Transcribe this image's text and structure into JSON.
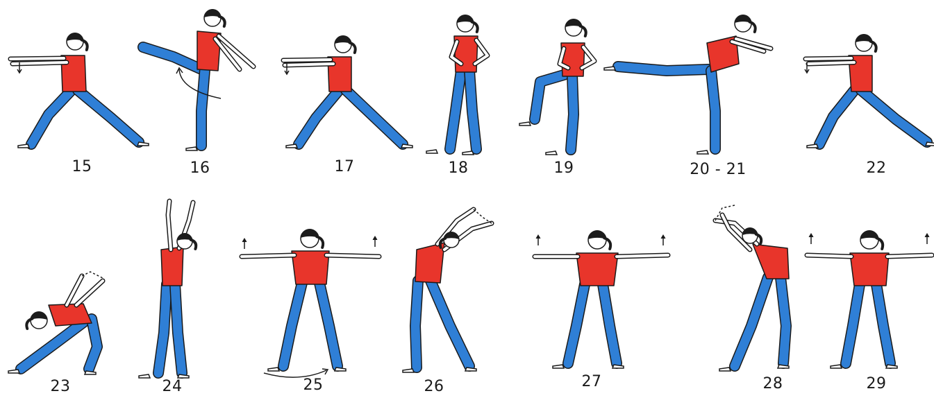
{
  "figures": [
    {
      "label": "15",
      "pose": "lunge-arms-forward-down-arrow"
    },
    {
      "label": "16",
      "pose": "high-kick-leg-swing"
    },
    {
      "label": "17",
      "pose": "lunge-arms-forward-down-arrow"
    },
    {
      "label": "18",
      "pose": "stand-hands-on-hips"
    },
    {
      "label": "19",
      "pose": "knee-raise-hands-on-hips"
    },
    {
      "label": "20 - 21",
      "pose": "leg-extension-backbend"
    },
    {
      "label": "22",
      "pose": "lunge-arms-forward-down-arrow"
    },
    {
      "label": "23",
      "pose": "deep-bend-twist"
    },
    {
      "label": "24",
      "pose": "stretch-arms-up"
    },
    {
      "label": "25",
      "pose": "wide-stance-arms-out-up-arrows"
    },
    {
      "label": "26",
      "pose": "side-bend-arms-overhead"
    },
    {
      "label": "27",
      "pose": "wide-stance-arms-out-up-arrows"
    },
    {
      "label": "28",
      "pose": "side-bend-arms-overhead"
    },
    {
      "label": "29",
      "pose": "wide-stance-arms-out-up-arrows"
    }
  ],
  "colors": {
    "shirt": "#e8352b",
    "pants": "#2f7fd6",
    "hair": "#1c1c1c",
    "outline": "#1a1a1a",
    "skin": "#ffffff"
  }
}
